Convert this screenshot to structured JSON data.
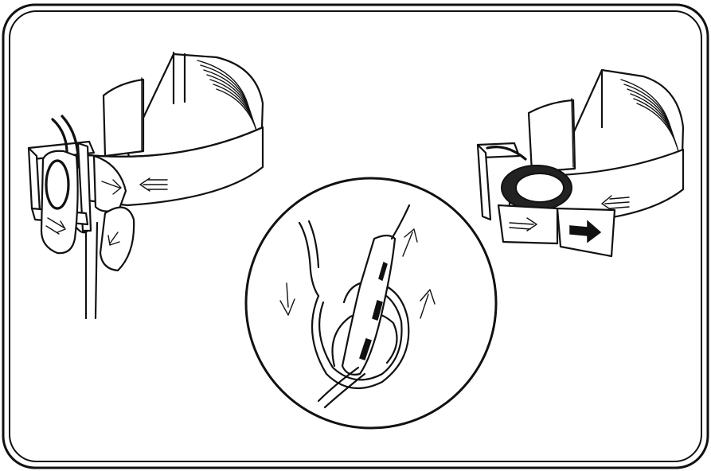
{
  "figure": {
    "panels": [
      {
        "name": "left-strap-assembly",
        "description_visible_text": ""
      },
      {
        "name": "center-cord-loop-detail",
        "description_visible_text": ""
      },
      {
        "name": "right-strap-fastened",
        "description_visible_text": ""
      }
    ],
    "colors": {
      "ink": "#111111",
      "paper": "#ffffff"
    },
    "icons": [
      "direction-arrow-icon",
      "buckle-icon",
      "cord-hook-icon"
    ]
  }
}
